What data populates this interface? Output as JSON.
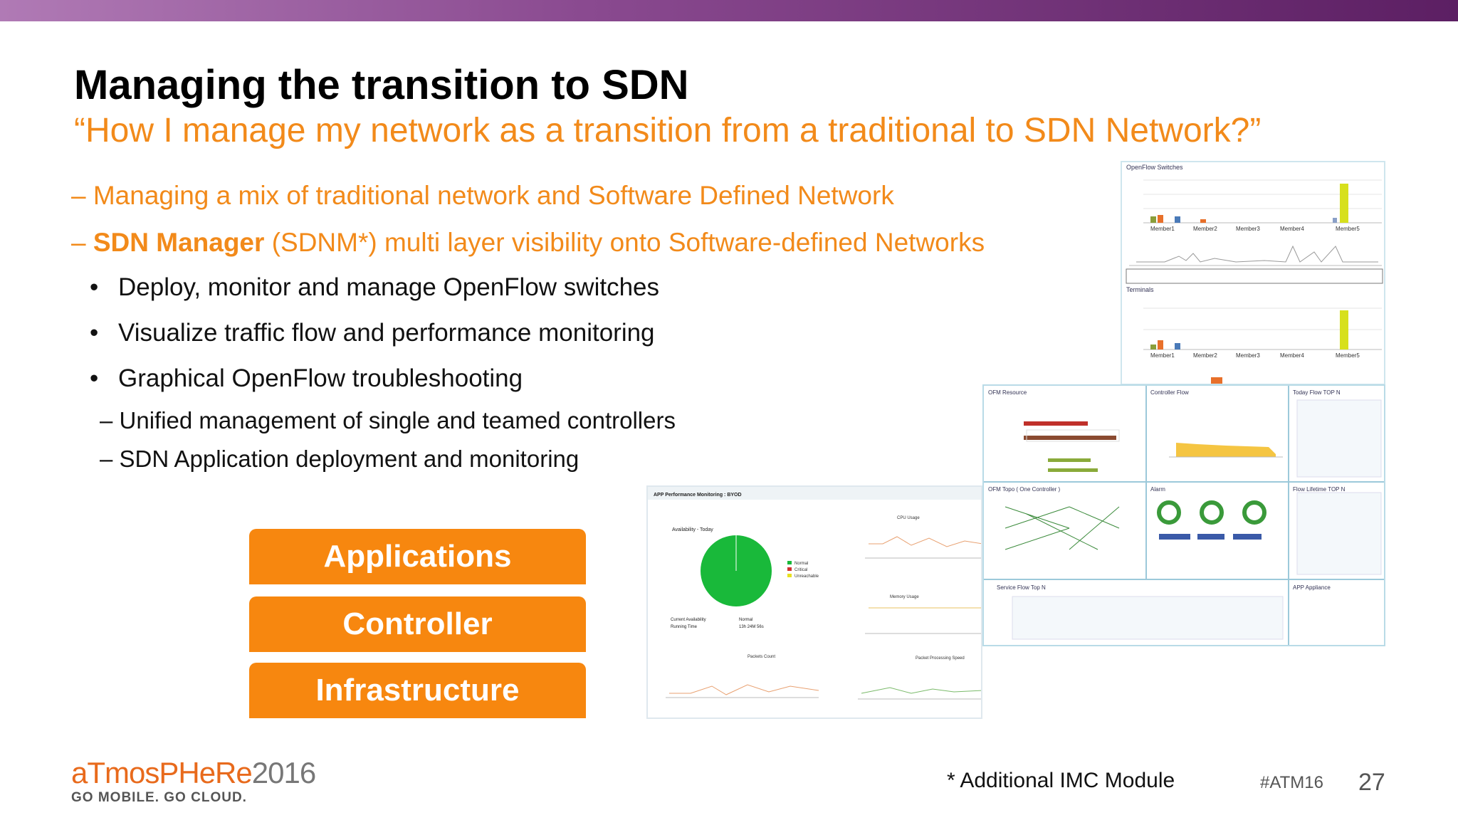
{
  "slide": {
    "title": "Managing the transition to SDN",
    "subtitle": "“How I manage my network as a transition from a traditional to SDN Network?”",
    "points": [
      {
        "dash": "– ",
        "text": "Managing a mix of traditional network and Software Defined Network"
      },
      {
        "dash": "– ",
        "bold": "SDN Manager",
        "text": " (SDNM*) multi layer visibility onto Software-defined Networks"
      }
    ],
    "bullets": [
      "Deploy, monitor and manage OpenFlow switches",
      "Visualize traffic flow and performance monitoring",
      "Graphical OpenFlow troubleshooting"
    ],
    "subpoints": [
      "– Unified management of single and teamed controllers",
      "– SDN Application deployment and monitoring"
    ],
    "stack": [
      "Applications",
      "Controller",
      "Infrastructure"
    ]
  },
  "screenshots": {
    "openflow_title": "OpenFlow Switches",
    "members": [
      "Member1",
      "Member2",
      "Member3",
      "Member4",
      "Member5"
    ],
    "terminals_title": "Terminals",
    "ofm_resource": "OFM Resource",
    "controller_flow": "Controller Flow",
    "today_flow": "Today Flow TOP N",
    "ofm_topo": "OFM Topo ( One Controller )",
    "alarm": "Alarm",
    "flow_lifetime": "Flow Lifetime TOP N",
    "service_flow": "Service Flow Top N",
    "app_appliance": "APP Appliance",
    "app_perf": "APP Performance Monitoring : BYOD",
    "availability": "Availability - Today",
    "cpu_usage": "CPU Usage",
    "memory_usage": "Memory Usage",
    "packets_count": "Packets Count",
    "packet_processing": "Packet Processing Speed",
    "legend": [
      "Normal",
      "Critical",
      "Unreachable"
    ],
    "current_availability": "Current Availability",
    "current_availability_value": "Normal",
    "running_time": "Running Time",
    "running_time_value": "13h 24M 56s"
  },
  "footer": {
    "logo_word": "aTmosPHeRe",
    "logo_year": "2016",
    "tagline": "GO MOBILE. GO CLOUD.",
    "note": "* Additional IMC Module",
    "hashtag": "#ATM16",
    "page": "27"
  },
  "colors": {
    "accent": "#f7870f",
    "orange_text": "#f28a1a",
    "bar_purple": "#6b2a70"
  }
}
